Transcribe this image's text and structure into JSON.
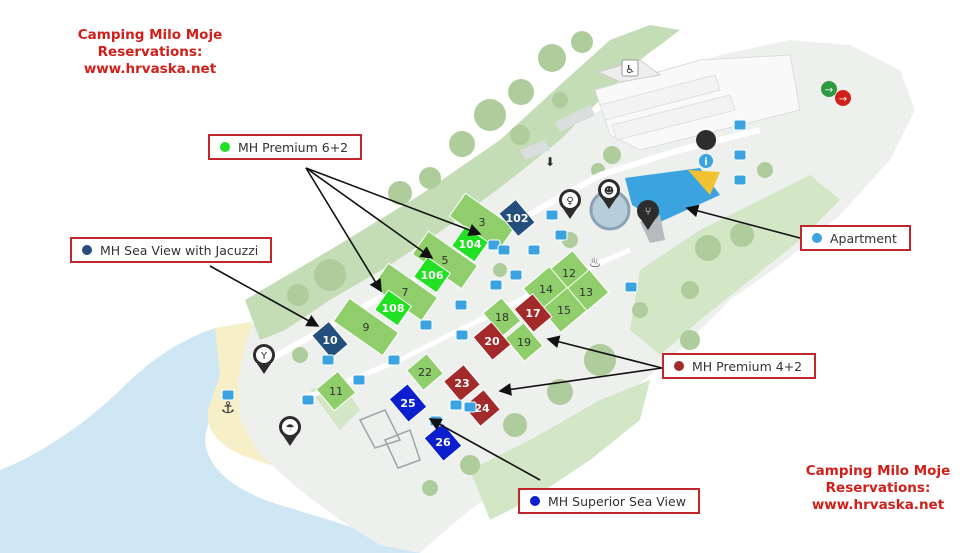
{
  "brand": {
    "top_left": [
      "Camping Milo Moje",
      "Reservations:",
      "www.hrvaska.net"
    ],
    "bottom_right": [
      "Camping Milo Moje",
      "Reservations:",
      "www.hrvaska.net"
    ]
  },
  "legend": {
    "premium62": {
      "label": "MH Premium 6+2",
      "color": "#22e022"
    },
    "seaview_jacuzzi": {
      "label": "MH Sea View with Jacuzzi",
      "color": "#244f7c"
    },
    "apartment": {
      "label": "Apartment",
      "color": "#3aa3e0"
    },
    "premium42": {
      "label": "MH Premium 4+2",
      "color": "#a32a2a"
    },
    "superior": {
      "label": "MH Superior Sea View",
      "color": "#0c1fcf"
    }
  },
  "lots": [
    {
      "label": "3",
      "type": "standard"
    },
    {
      "label": "104",
      "type": "premium62"
    },
    {
      "label": "102",
      "type": "seaview_jacuzzi"
    },
    {
      "label": "5",
      "type": "standard"
    },
    {
      "label": "106",
      "type": "premium62"
    },
    {
      "label": "7",
      "type": "standard"
    },
    {
      "label": "108",
      "type": "premium62"
    },
    {
      "label": "9",
      "type": "standard"
    },
    {
      "label": "10",
      "type": "seaview_jacuzzi"
    },
    {
      "label": "11",
      "type": "standard"
    },
    {
      "label": "12",
      "type": "standard"
    },
    {
      "label": "13",
      "type": "standard"
    },
    {
      "label": "14",
      "type": "standard"
    },
    {
      "label": "15",
      "type": "standard"
    },
    {
      "label": "17",
      "type": "premium42"
    },
    {
      "label": "18",
      "type": "standard"
    },
    {
      "label": "19",
      "type": "standard"
    },
    {
      "label": "20",
      "type": "premium42"
    },
    {
      "label": "22",
      "type": "standard"
    },
    {
      "label": "23",
      "type": "premium42"
    },
    {
      "label": "24",
      "type": "premium42"
    },
    {
      "label": "25",
      "type": "superior"
    },
    {
      "label": "26",
      "type": "superior"
    }
  ],
  "markers": [
    "info-icon",
    "restaurant-icon",
    "toilet-icon",
    "people-icon",
    "cocktail-icon",
    "beach-umbrella-icon",
    "anchor-icon",
    "parking-icon",
    "entrance-icon",
    "exit-icon",
    "shower-icon",
    "dog-icon"
  ]
}
